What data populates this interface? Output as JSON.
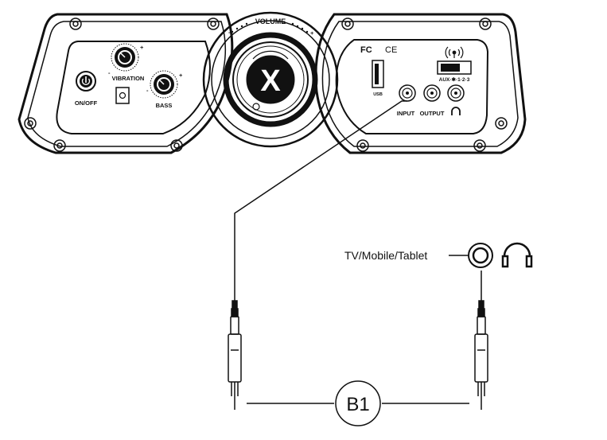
{
  "panel": {
    "volume_label": "VOLUME",
    "volume_min": "-",
    "volume_max": "+",
    "logo": "X",
    "on_off_label": "ON/OFF",
    "vibration_label": "VIBRATION",
    "bass_label": "BASS",
    "knob_minus": "-",
    "knob_plus": "+",
    "fc_mark": "FC",
    "ce_mark": "CE",
    "usb_label": "USB",
    "input_label": "INPUT",
    "output_label": "OUTPUT",
    "mode_label": "AUX·✱·1·2·3"
  },
  "connection": {
    "source_label": "TV/Mobile/Tablet",
    "cable_label": "B1"
  },
  "icons": [
    "power-icon",
    "bluetooth-icon",
    "headphone-icon",
    "wireless-icon",
    "usb-port-icon"
  ]
}
